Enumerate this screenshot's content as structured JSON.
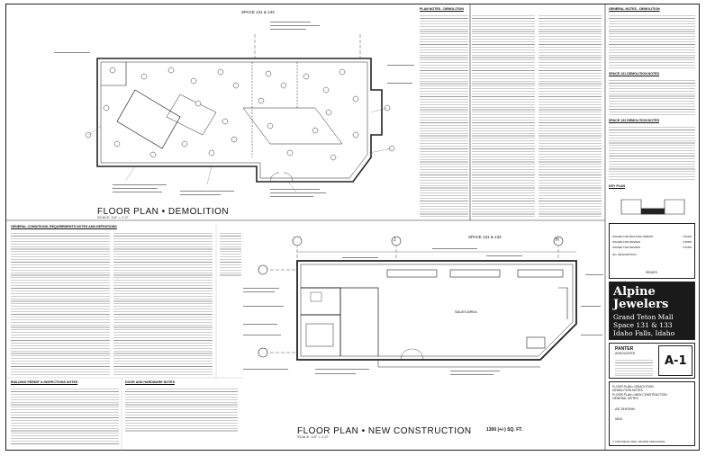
{
  "drawing": {
    "plan_top_title": "FLOOR PLAN • DEMOLITION",
    "plan_top_scale": "SCALE: 1/4\" = 1'-0\"",
    "plan_bottom_title": "FLOOR PLAN • NEW CONSTRUCTION",
    "plan_bottom_scale": "SCALE: 1/4\" = 1'-0\"",
    "area_label": "1300 (+/-) SQ. FT.",
    "space_top": "SPACE 131 & 133",
    "space_bottom": "SPACE 131 & 133",
    "sales_area": "SALES AREA",
    "grid_j": "J",
    "grid_h": "H"
  },
  "notes": {
    "plan_notes_demo": "PLAN NOTES - DEMOLITION",
    "general_notes_demo": "GENERAL NOTES - DEMOLITION",
    "space_131_demo": "SPACE 131 DEMOLITION NOTES",
    "space_133_demo": "SPACE 133 DEMOLITION NOTES",
    "key_plan": "KEY PLAN",
    "general_conditions": "GENERAL CONDITIONS, REQUIREMENTS NOTES AND DEFINITIONS",
    "building_permit": "BUILDING PERMIT & INSPECTIONS NOTES",
    "door_hardware": "DOOR AND HARDWARE NOTES"
  },
  "title_block": {
    "revisions": [
      {
        "desc": "ISSUED FOR BUILDING PERMIT",
        "date": "7/22/09"
      },
      {
        "desc": "ISSUED FOR REVIEW",
        "date": "7/15/09"
      },
      {
        "desc": "ISSUED FOR REVIEW",
        "date": "7/12/09"
      }
    ],
    "rev_header": "NO. DESCRIPTION",
    "issues_label": "ISSUES",
    "client_line1": "Alpine",
    "client_line2": "Jewelers",
    "project_line1": "Grand Teton Mall",
    "project_line2": "Space 131 & 133",
    "project_line3": "Idaho Falls, Idaho",
    "firm_line1": "PANTER",
    "firm_line2": "ASSOCIATES",
    "sheet_number": "A-1",
    "sheet_desc": "FLOOR PLAN • DEMOLITION\nDEMOLITION NOTES\nFLOOR PLAN • NEW CONSTRUCTION\nGENERAL NOTES",
    "scale_value": "AS SHOWN",
    "job_number": "0810",
    "copyright": "© COPYRIGHT 2009 • PANTER ASSOCIATES"
  }
}
